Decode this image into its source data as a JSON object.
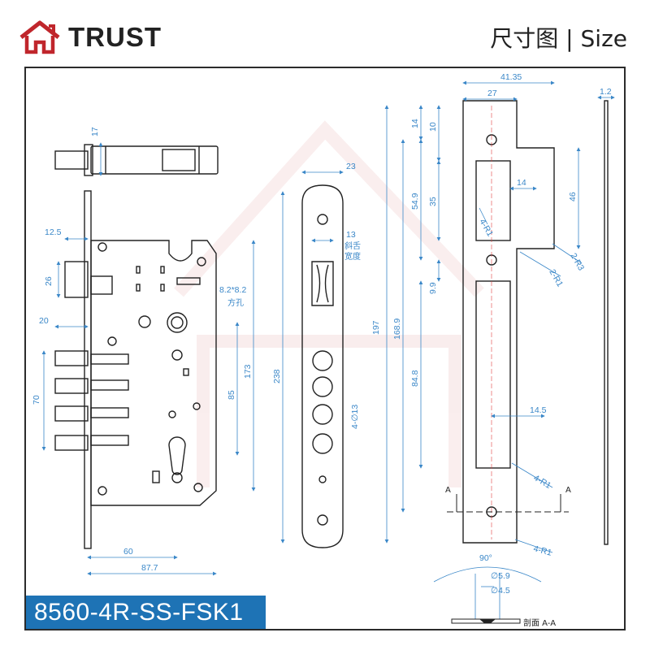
{
  "header": {
    "brand": "TRUST",
    "size_label": "尺寸图 | Size",
    "logo_icon": "house-logo-icon",
    "accent_color": "#c0262c"
  },
  "model": {
    "code": "8560-4R-SS-FSK1",
    "badge_color": "#1e73b5"
  },
  "dimensions": {
    "lock_body": {
      "d17": "17",
      "d12_5": "12.5",
      "d26": "26",
      "d20": "20",
      "d70": "70",
      "d60": "60",
      "d87_7": "87.7",
      "d173": "173",
      "d85": "85",
      "square_hole_size": "8.2*8.2",
      "square_hole_label": "方孔"
    },
    "faceplate": {
      "d23": "23",
      "d238": "238",
      "d13": "13",
      "latch_label_1": "斜舌",
      "latch_label_2": "宽度",
      "holes": "4-∅13"
    },
    "strike": {
      "d41_35": "41.35",
      "d27": "27",
      "d1_2": "1.2",
      "d14a": "14",
      "d10": "10",
      "d54_9": "54.9",
      "d35": "35",
      "d14b": "14",
      "d46": "46",
      "d197": "197",
      "d168_9": "168.9",
      "d9_9": "9.9",
      "d84_8": "84.8",
      "d14_5": "14.5",
      "r4_a": "4-R1",
      "r2_r3": "2-R3",
      "r2_r1": "2-R1",
      "r4_b": "4-R1",
      "r4_c": "4-R1",
      "section_a": "A",
      "section_label": "剖面 A-A",
      "angle": "90°",
      "d5_9": "∅5.9",
      "d4_5": "∅4.5"
    }
  }
}
